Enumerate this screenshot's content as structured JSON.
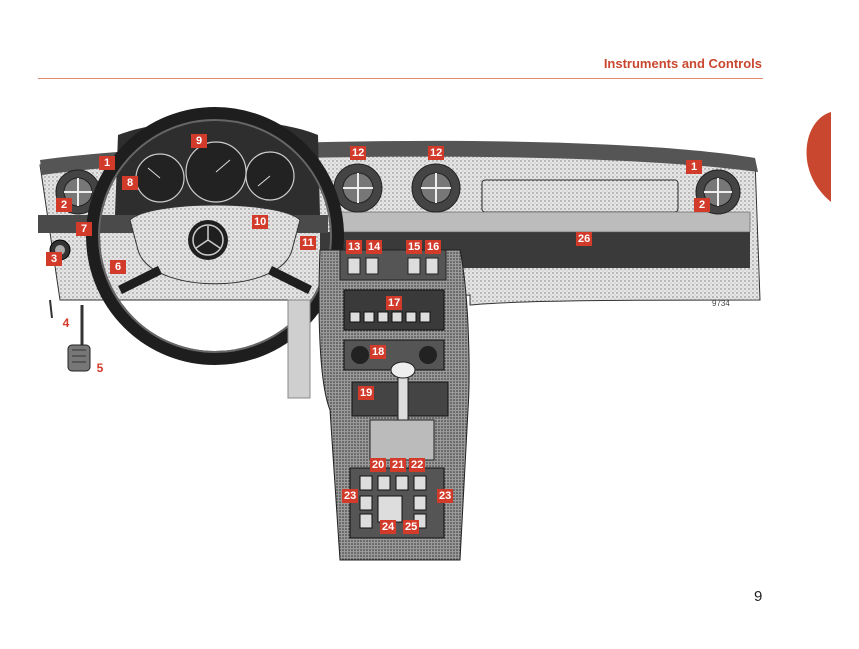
{
  "header": {
    "title": "Instruments and Controls"
  },
  "page_number": "9",
  "figure_code": "9734",
  "accent_color": "#d23a2a",
  "callouts": [
    {
      "label": "1"
    },
    {
      "label": "1"
    },
    {
      "label": "2"
    },
    {
      "label": "2"
    },
    {
      "label": "3"
    },
    {
      "label": "4"
    },
    {
      "label": "5"
    },
    {
      "label": "6"
    },
    {
      "label": "7"
    },
    {
      "label": "8"
    },
    {
      "label": "9"
    },
    {
      "label": "10"
    },
    {
      "label": "11"
    },
    {
      "label": "12"
    },
    {
      "label": "12"
    },
    {
      "label": "13"
    },
    {
      "label": "14"
    },
    {
      "label": "15"
    },
    {
      "label": "16"
    },
    {
      "label": "17"
    },
    {
      "label": "18"
    },
    {
      "label": "19"
    },
    {
      "label": "20"
    },
    {
      "label": "21"
    },
    {
      "label": "22"
    },
    {
      "label": "23"
    },
    {
      "label": "23"
    },
    {
      "label": "24"
    },
    {
      "label": "25"
    },
    {
      "label": "26"
    }
  ]
}
